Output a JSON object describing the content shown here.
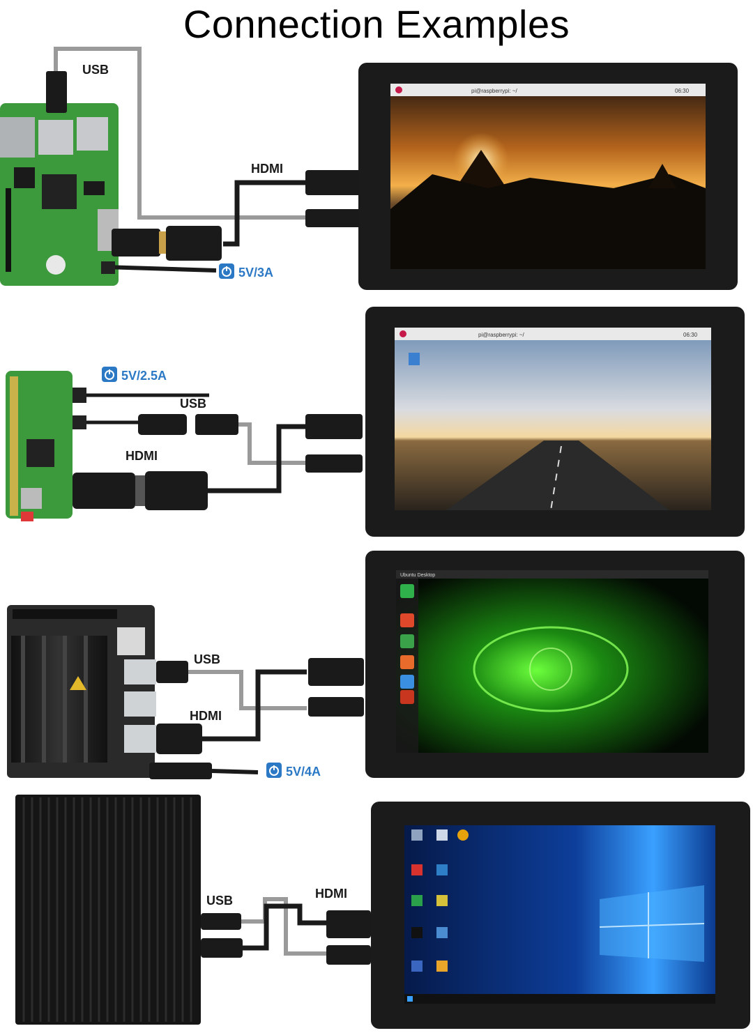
{
  "page": {
    "title": "Connection Examples"
  },
  "rows": [
    {
      "device": "raspberry-pi-4",
      "labels": {
        "usb": "USB",
        "hdmi": "HDMI",
        "power": "5V/3A"
      },
      "screen": {
        "wallpaper": "sunset-temple",
        "taskbar_time": "06:30",
        "taskbar_app": "pi@raspberrypi: ~/"
      }
    },
    {
      "device": "raspberry-pi-zero",
      "labels": {
        "usb": "USB",
        "hdmi": "HDMI",
        "power": "5V/2.5A"
      },
      "screen": {
        "wallpaper": "sunset-road",
        "taskbar_time": "06:30",
        "taskbar_app": "pi@raspberrypi: ~/"
      }
    },
    {
      "device": "jetson-nano",
      "labels": {
        "usb": "USB",
        "hdmi": "HDMI",
        "power": "5V/4A"
      },
      "screen": {
        "wallpaper": "nvidia-green",
        "window_title": "Ubuntu Desktop"
      }
    },
    {
      "device": "mini-pc",
      "labels": {
        "usb": "USB",
        "hdmi": "HDMI"
      },
      "screen": {
        "wallpaper": "windows-10-blue"
      }
    }
  ],
  "icons": [
    "power-icon",
    "bluetooth-icon",
    "wifi-icon",
    "raspberry-icon"
  ],
  "colors": {
    "power_icon_blue": "#2b78c5",
    "label_text": "#1a1a1a",
    "cable_black": "#1a1a1a",
    "cable_gray": "#9a9a9a"
  }
}
